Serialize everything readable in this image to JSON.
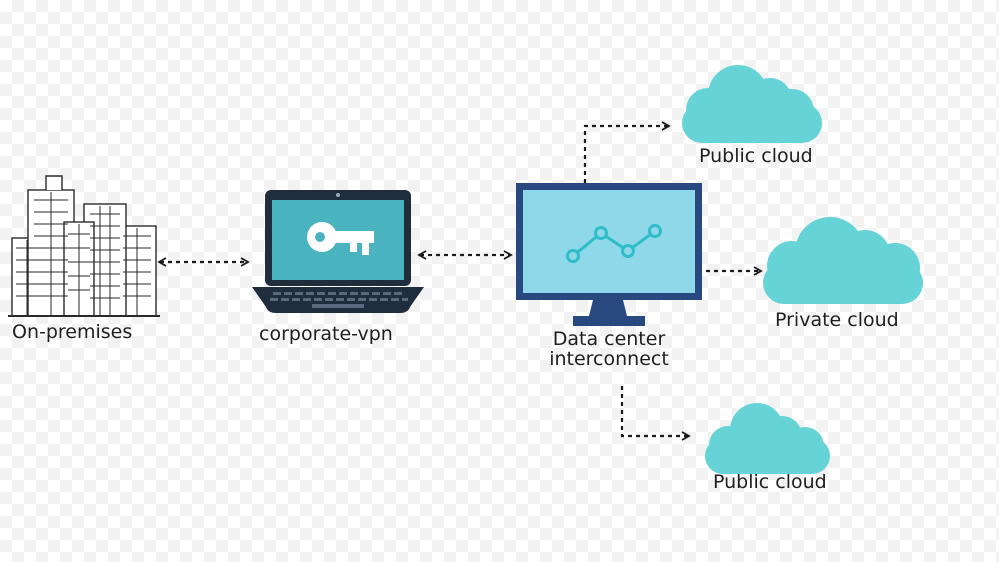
{
  "nodes": {
    "on_premises": {
      "label": "On-premises"
    },
    "vpn": {
      "label": "corporate-vpn"
    },
    "dci": {
      "label_line1": "Data center",
      "label_line2": "interconnect"
    },
    "public_cloud_top": {
      "label": "Public cloud"
    },
    "private_cloud": {
      "label": "Private cloud"
    },
    "public_cloud_bottom": {
      "label": "Public cloud"
    }
  },
  "colors": {
    "cloud": "#66d3d6",
    "laptop_screen": "#4ab3c0",
    "monitor_frame": "#27497f",
    "monitor_screen": "#8ed8ea",
    "trend_line": "#2fbdc8",
    "connector": "#1a1a1a"
  },
  "icons": {
    "on_premises": "office-buildings-icon",
    "vpn": "laptop-key-icon",
    "dci": "monitor-trend-icon"
  }
}
